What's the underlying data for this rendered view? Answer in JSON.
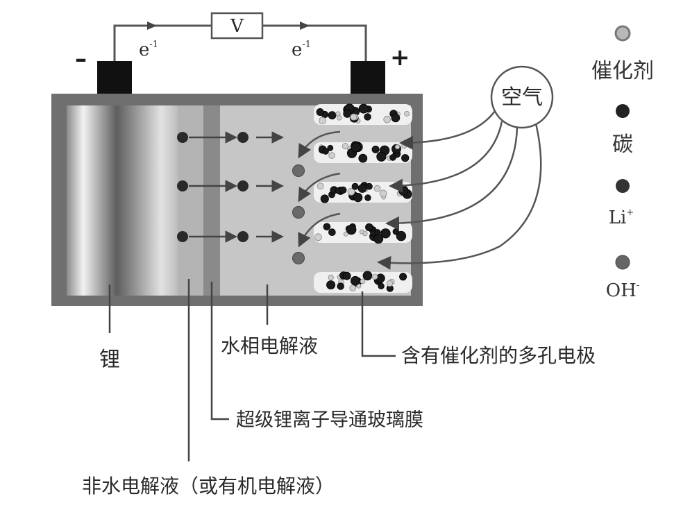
{
  "voltmeter": {
    "label": "V"
  },
  "electron_label_left": "e",
  "electron_label_left_sup": "-1",
  "electron_label_right": "e",
  "electron_label_right_sup": "-1",
  "terminal_negative": "–",
  "terminal_positive": "+",
  "air": {
    "label": "空气"
  },
  "legend": {
    "catalyst": "催化剂",
    "carbon": "碳",
    "li_ion": "Li",
    "li_ion_sup": "+",
    "hydroxide": "OH",
    "hydroxide_sup": "-"
  },
  "labels": {
    "lithium": "锂",
    "aqueous_electrolyte": "水相电解液",
    "porous_electrode": "含有催化剂的多孔电极",
    "glass_membrane": "超级锂离子导通玻璃膜",
    "nonaqueous_electrolyte": "非水电解液（或有机电解液）"
  },
  "colors": {
    "casing": "#6f6f6f",
    "lithium_dark": "#7a7a7a",
    "lithium_light": "#e6e6e6",
    "nonaqueous": "#b4b4b4",
    "membrane": "#8a8a8a",
    "aqueous": "#c6c6c6",
    "terminal": "#111111",
    "li_dot": "#2a2a2a",
    "oh_dot": "#6a6a6a",
    "catalyst_dot": "#b8b8b8"
  }
}
